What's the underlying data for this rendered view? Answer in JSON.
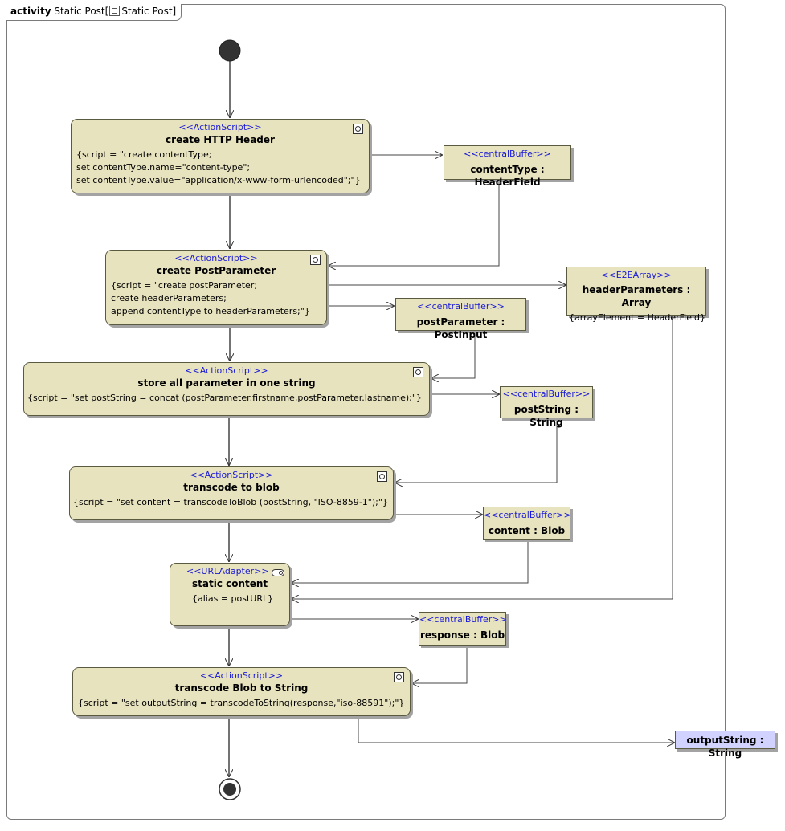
{
  "frame": {
    "keyword": "activity",
    "name": "Static Post[",
    "ref_name": "Static Post",
    "close": "]"
  },
  "actions": {
    "create_http_header": {
      "stereotype": "<<ActionScript>>",
      "name": "create HTTP Header",
      "script": [
        "{script = \"create contentType;",
        "set contentType.name=\"content-type\";",
        "set contentType.value=\"application/x-www-form-urlencoded\";\"}"
      ]
    },
    "create_post_parameter": {
      "stereotype": "<<ActionScript>>",
      "name": "create PostParameter",
      "script": [
        "{script = \"create postParameter;",
        "create headerParameters;",
        "append contentType to headerParameters;\"}"
      ]
    },
    "store_all": {
      "stereotype": "<<ActionScript>>",
      "name": "store all parameter in one string",
      "script": [
        "{script = \"set postString = concat (postParameter.firstname,postParameter.lastname);\"}"
      ]
    },
    "transcode_to_blob": {
      "stereotype": "<<ActionScript>>",
      "name": "transcode to blob",
      "script": [
        "{script = \"set content = transcodeToBlob (postString, \"ISO-8859-1\");\"}"
      ]
    },
    "static_content": {
      "stereotype": "<<URLAdapter>>",
      "name": "static content",
      "script": [
        "{alias = postURL}"
      ]
    },
    "transcode_blob_to_string": {
      "stereotype": "<<ActionScript>>",
      "name": "transcode Blob to String",
      "script": [
        "{script = \"set outputString = transcodeToString(response,\"iso-88591\");\"}"
      ]
    }
  },
  "buffers": {
    "content_type": {
      "stereotype": "<<centralBuffer>>",
      "name": "contentType : HeaderField"
    },
    "post_parameter": {
      "stereotype": "<<centralBuffer>>",
      "name": "postParameter : PostInput"
    },
    "post_string": {
      "stereotype": "<<centralBuffer>>",
      "name": "postString : String"
    },
    "content": {
      "stereotype": "<<centralBuffer>>",
      "name": "content : Blob"
    },
    "response": {
      "stereotype": "<<centralBuffer>>",
      "name": "response : Blob"
    },
    "header_parameters": {
      "stereotype": "<<E2EArray>>",
      "name": "headerParameters : Array",
      "constraint": "{arrayElement = HeaderField}"
    }
  },
  "output_pin": {
    "name": "outputString : String"
  },
  "colors": {
    "action_fill": "#e8e3bf",
    "output_fill": "#d2d2ff",
    "stereotype_text": "#1a1ad6"
  }
}
